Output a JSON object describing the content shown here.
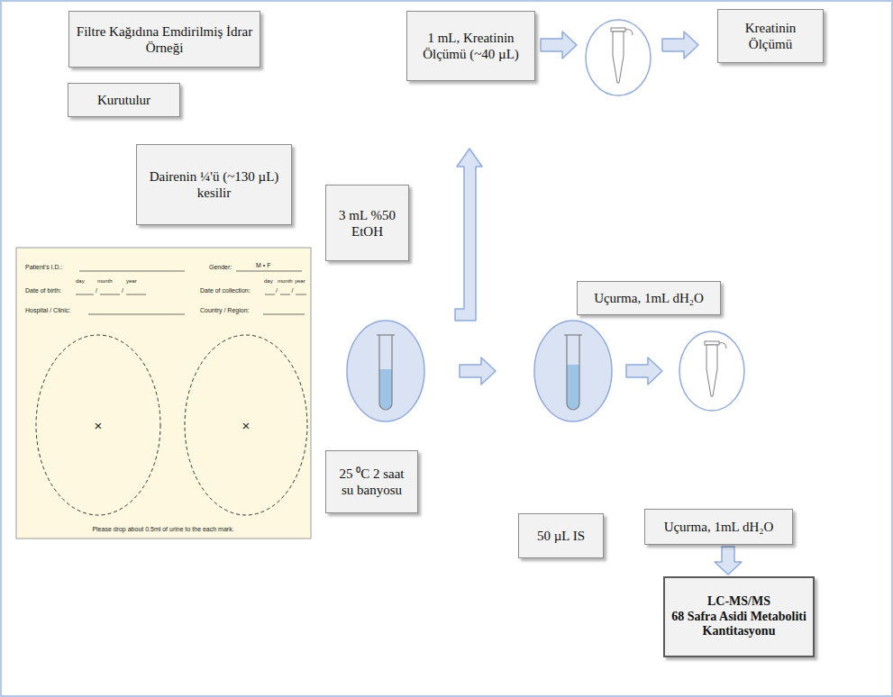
{
  "diagram": {
    "nodes": [
      {
        "text": [
          "Filtre Kağıdına Emdirilmiş İdrar Örneği"
        ]
      },
      {
        "text": [
          "Kurutulur"
        ]
      },
      {
        "text": [
          "Dairenin ¼'ü (~130 µL) kesilir"
        ]
      },
      {
        "text": [
          "1 mL, Kreatinin Ölçümü (~40 µL)"
        ]
      },
      {
        "text": [
          "Kreatinin Ölçümü"
        ]
      },
      {
        "text": [
          "3 mL %50 EtOH"
        ]
      },
      {
        "text": [
          "Uçurma, 1mL dH₂O"
        ]
      },
      {
        "text": [
          "25 ⁰C 2 saat su banyosu"
        ]
      },
      {
        "text": [
          "50 µL IS"
        ]
      },
      {
        "text": [
          "Uçurma, 1mL dH₂O"
        ]
      },
      {
        "text": [
          "LC-MS/MS",
          "68 Safra Asidi Metaboliti Kantitasyonu"
        ]
      }
    ],
    "edges": [
      {
        "from": 9,
        "to": 10,
        "arrow": "to"
      }
    ],
    "labels": [
      "Patient's I.D.:",
      "Gender:",
      "M • F",
      "day",
      "month",
      "year",
      "day",
      "month",
      "year",
      "Date of birth:",
      "/",
      "/",
      "Date of collection:",
      "/",
      "/",
      "Hospital / Clinic:",
      "Country / Region:",
      "×",
      "×",
      "Please drop about 0.5ml of urine to the each mark."
    ]
  }
}
